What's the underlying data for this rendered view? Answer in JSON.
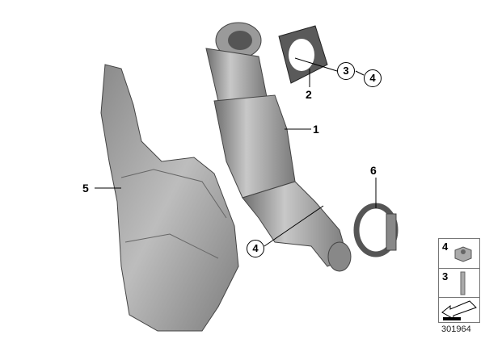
{
  "callouts": {
    "part1": "1",
    "part2": "2",
    "part3": "3",
    "part4_top": "4",
    "part4_bottom": "4",
    "part5": "5",
    "part6": "6"
  },
  "legend": {
    "row1": "4",
    "row2": "3"
  },
  "diagram_id": "301964"
}
